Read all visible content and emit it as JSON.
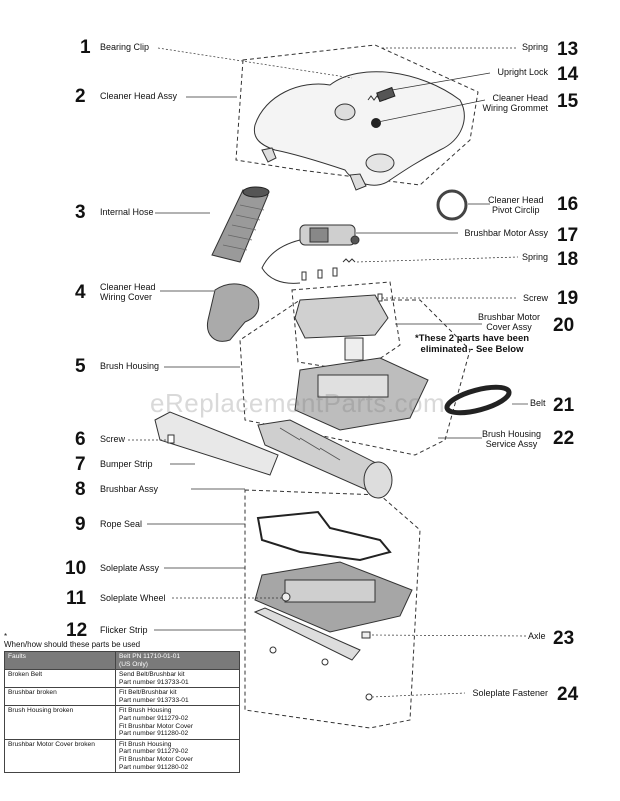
{
  "watermark": "eReplacementParts.com",
  "callouts_left": [
    {
      "num": "1",
      "label": "Bearing Clip"
    },
    {
      "num": "2",
      "label": "Cleaner Head Assy"
    },
    {
      "num": "3",
      "label": "Internal Hose"
    },
    {
      "num": "4",
      "label": "Cleaner Head\nWiring Cover"
    },
    {
      "num": "5",
      "label": "Brush Housing"
    },
    {
      "num": "6",
      "label": "Screw"
    },
    {
      "num": "7",
      "label": "Bumper Strip"
    },
    {
      "num": "8",
      "label": "Brushbar Assy"
    },
    {
      "num": "9",
      "label": "Rope Seal"
    },
    {
      "num": "10",
      "label": "Soleplate Assy"
    },
    {
      "num": "11",
      "label": "Soleplate Wheel"
    },
    {
      "num": "12",
      "label": "Flicker Strip"
    }
  ],
  "callouts_right": [
    {
      "num": "13",
      "label": "Spring"
    },
    {
      "num": "14",
      "label": "Upright Lock"
    },
    {
      "num": "15",
      "label": "Cleaner Head\nWiring Grommet"
    },
    {
      "num": "16",
      "label": "Cleaner Head\nPivot Circlip"
    },
    {
      "num": "17",
      "label": "Brushbar Motor Assy"
    },
    {
      "num": "18",
      "label": "Spring"
    },
    {
      "num": "19",
      "label": "Screw"
    },
    {
      "num": "20",
      "label": "Brushbar Motor\nCover Assy"
    },
    {
      "num": "21",
      "label": "Belt"
    },
    {
      "num": "22",
      "label": "Brush Housing\nService Assy"
    },
    {
      "num": "23",
      "label": "Axle"
    },
    {
      "num": "24",
      "label": "Soleplate Fastener"
    }
  ],
  "eliminated_note": "*These 2 parts have been\neliminated - See Below",
  "footnote": {
    "star": "*",
    "text": "When/how should these parts be used"
  },
  "table": {
    "headers": [
      "Faults",
      "Belt PN 11710-01-01\n(US Only)"
    ],
    "rows": [
      [
        "Broken Belt",
        "Send Belt/Brushbar kit\nPart number 913733-01"
      ],
      [
        "Brushbar broken",
        "Fit Belt/Brushbar kit\nPart number 913733-01"
      ],
      [
        "Brush Housing broken",
        "Fit Brush Housing\nPart number 911279-02\nFit Brushbar Motor Cover\nPart number 911280-02"
      ],
      [
        "Brushbar Motor Cover broken",
        "Fit Brush Housing\nPart number 911279-02\nFit Brushbar Motor Cover\nPart number 911280-02"
      ]
    ]
  }
}
